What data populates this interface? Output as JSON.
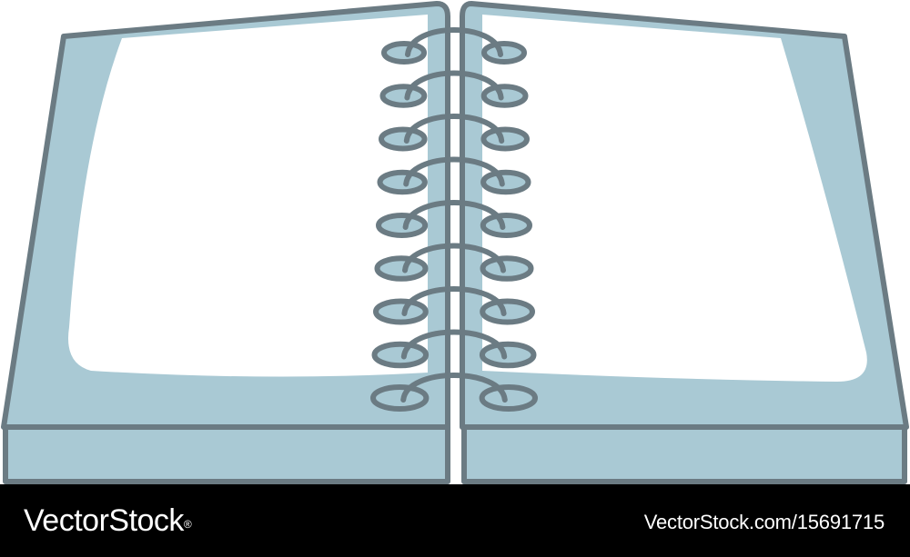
{
  "colors": {
    "background": "#ffffff",
    "cover": "#a9c9d4",
    "outline": "#6b7b83",
    "page": "#ffffff",
    "footer": "#000000",
    "footer_text": "#ffffff"
  },
  "illustration": {
    "subject": "open spiral notebook",
    "icons": [
      "notebook-icon",
      "spiral-binding-icon"
    ],
    "spiral_ring_count": 9
  },
  "footer": {
    "brand": "VectorStock",
    "brand_mark": "®",
    "image_id": "VectorStock.com/15691715"
  }
}
